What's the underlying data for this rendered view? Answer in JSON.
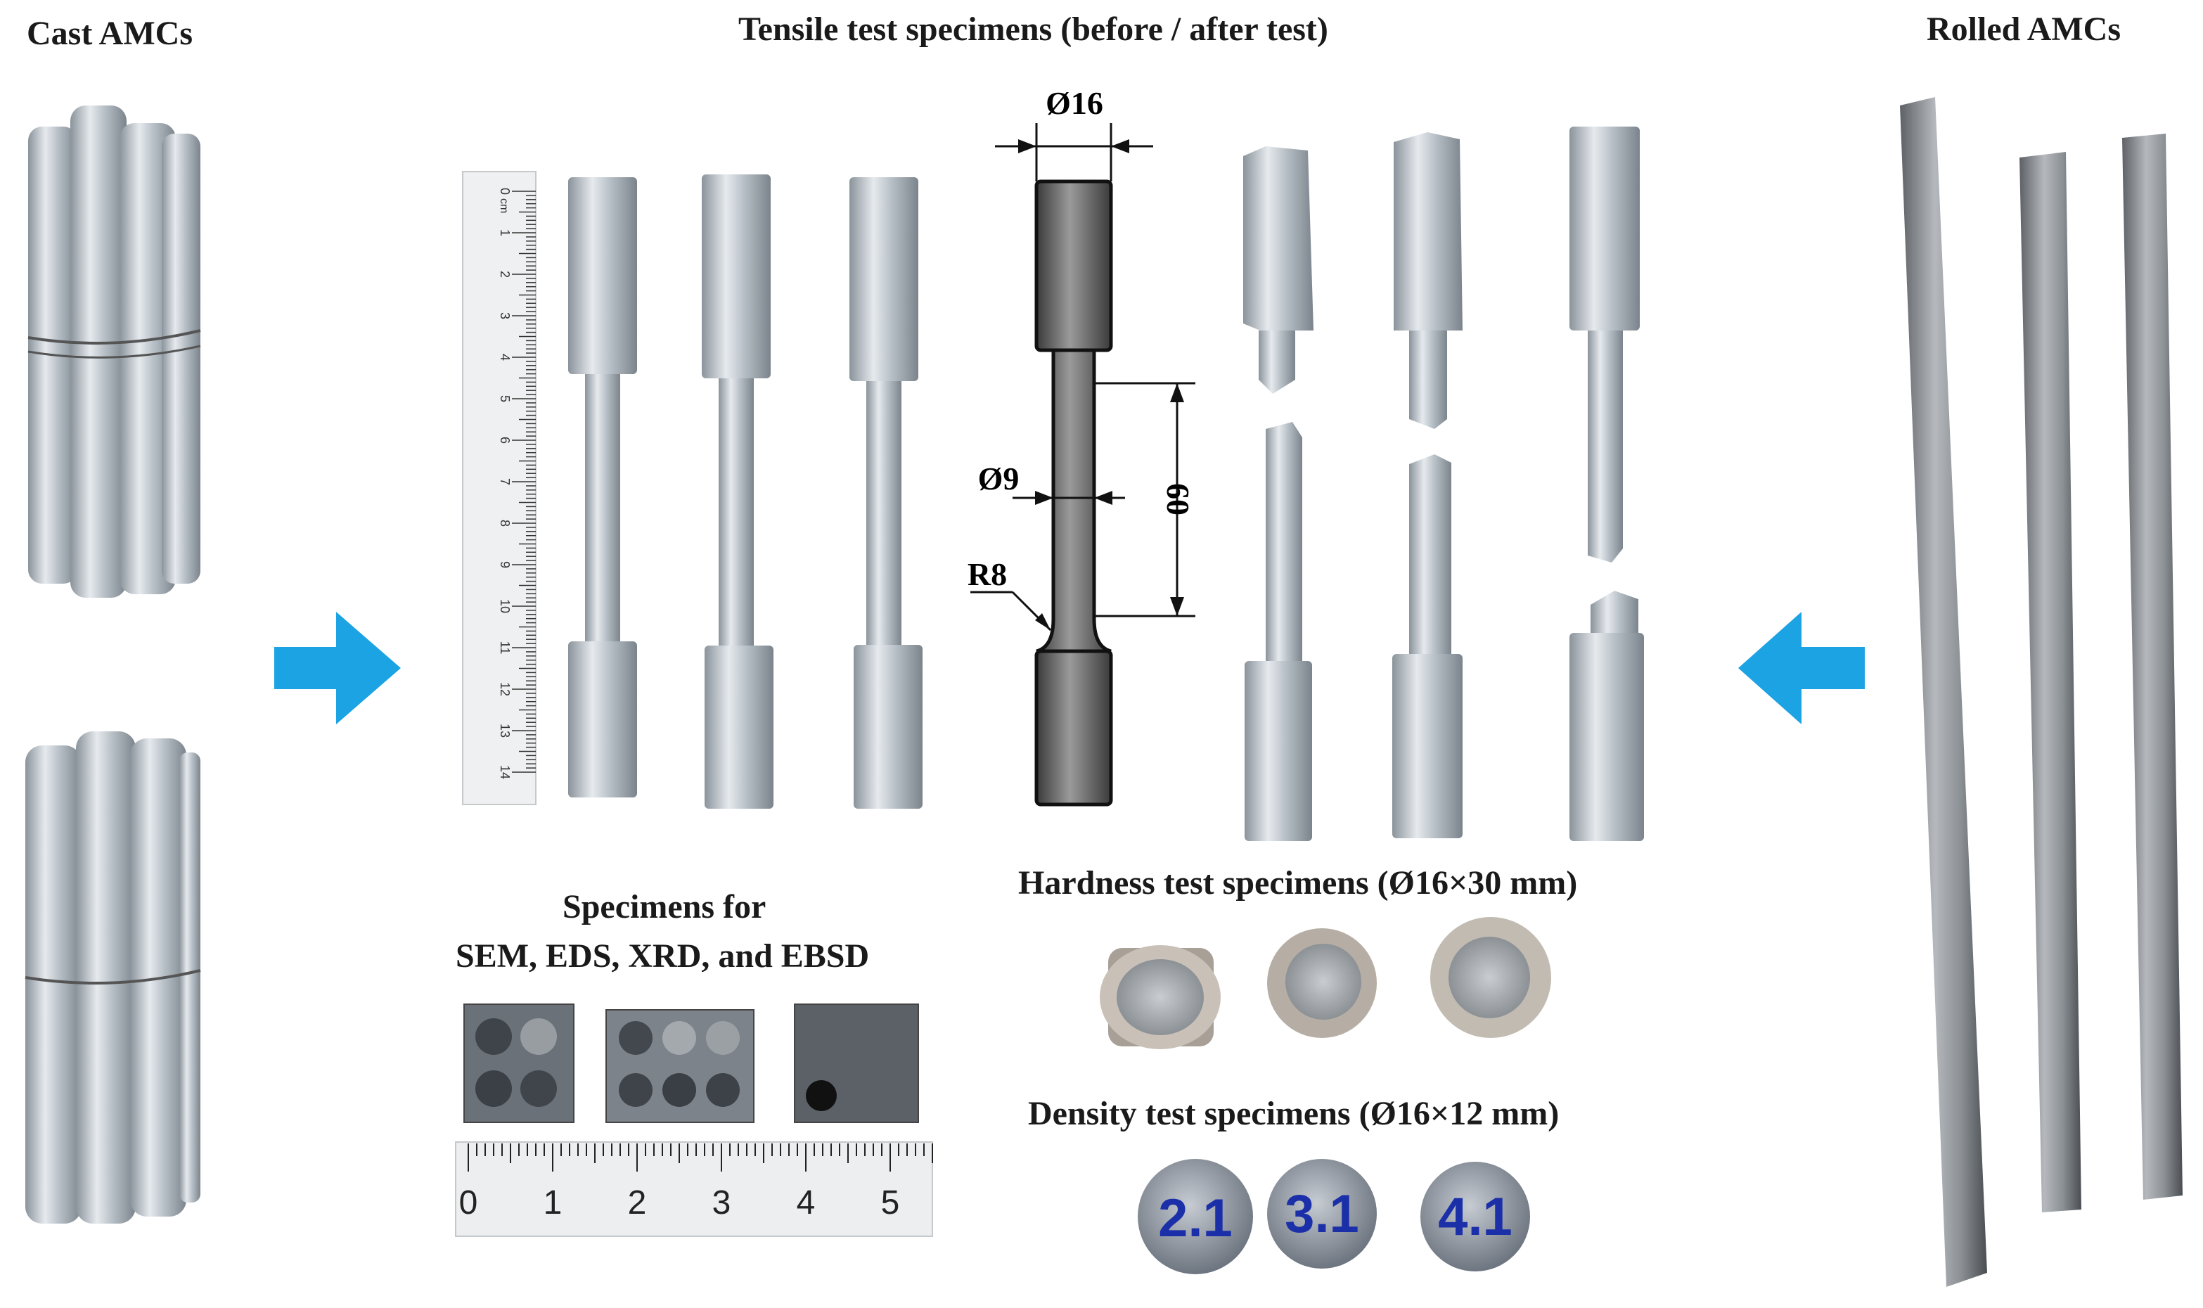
{
  "labels": {
    "cast": "Cast AMCs",
    "tensile": "Tensile test specimens (before / after test)",
    "rolled": "Rolled AMCs",
    "sem_line1": "Specimens for",
    "sem_line2": "SEM, EDS, XRD, and EBSD",
    "hardness": "Hardness test specimens (Ø16×30 mm)",
    "density": "Density test specimens (Ø16×12 mm)"
  },
  "drawing": {
    "dia_top": "Ø16",
    "dia_mid": "Ø9",
    "radius": "R8",
    "gauge_length": "60"
  },
  "vertical_ruler": {
    "unit": "cm",
    "ticks": [
      "0",
      "1",
      "2",
      "3",
      "4",
      "5",
      "6",
      "7",
      "8",
      "9",
      "10",
      "11",
      "12",
      "13",
      "14"
    ]
  },
  "horizontal_ruler": {
    "ticks": [
      "0",
      "1",
      "2",
      "3",
      "4",
      "5"
    ]
  },
  "density_marks": [
    "2.1",
    "3.1",
    "4.1"
  ],
  "colors": {
    "arrow": "#1ba3e3",
    "metal": "#b8c0c8",
    "metal_dark": "#7e868e",
    "drawing_fill": "#555555"
  }
}
